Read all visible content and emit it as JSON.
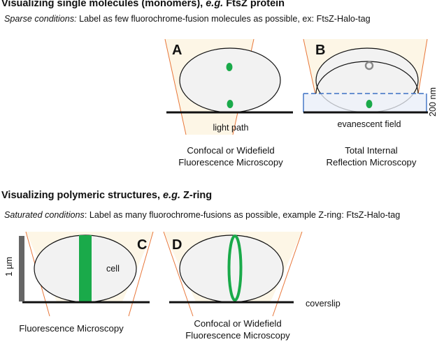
{
  "section1": {
    "heading_prefix": "Visualizing single molecules (monomers), ",
    "heading_italic": "e.g.",
    "heading_suffix": " FtsZ protein",
    "sub_italic": "Sparse conditions:",
    "sub_rest": " Label as few fluorochrome-fusion molecules as possible, ex: FtsZ-Halo-tag"
  },
  "panelA": {
    "letter": "A",
    "light_path_label": "light path",
    "caption_line1": "Confocal or Widefield",
    "caption_line2": "Fluorescence Microscopy"
  },
  "panelB": {
    "letter": "B",
    "depth_label": "200 nm",
    "field_label": "evanescent field",
    "caption_line1": "Total Internal",
    "caption_line2": "Reflection Microscopy"
  },
  "section2": {
    "heading_prefix": "Visualizing polymeric structures, ",
    "heading_italic": "e.g.",
    "heading_suffix": " Z-ring",
    "sub_italic": "Saturated conditions",
    "sub_rest": ": Label as many fluorochrome-fusions as possible, example Z-ring: FtsZ-Halo-tag"
  },
  "panelC": {
    "letter": "C",
    "scale_label": "1 µm",
    "cell_label": "cell",
    "caption_line1": "Fluorescence Microscopy"
  },
  "panelD": {
    "letter": "D",
    "coverslip_label": "coverslip",
    "caption_line1": "Confocal or Widefield",
    "caption_line2": "Fluorescence Microscopy"
  },
  "colors": {
    "light_cone": "#fdf6e6",
    "light_edge": "#e8773a",
    "cell_fill": "#f2f2f2",
    "fluorophore": "#1aaa4a",
    "evanescent_box": "#3a6fc4",
    "evanescent_fill": "#eef2fa",
    "scale_bar": "#666666"
  }
}
